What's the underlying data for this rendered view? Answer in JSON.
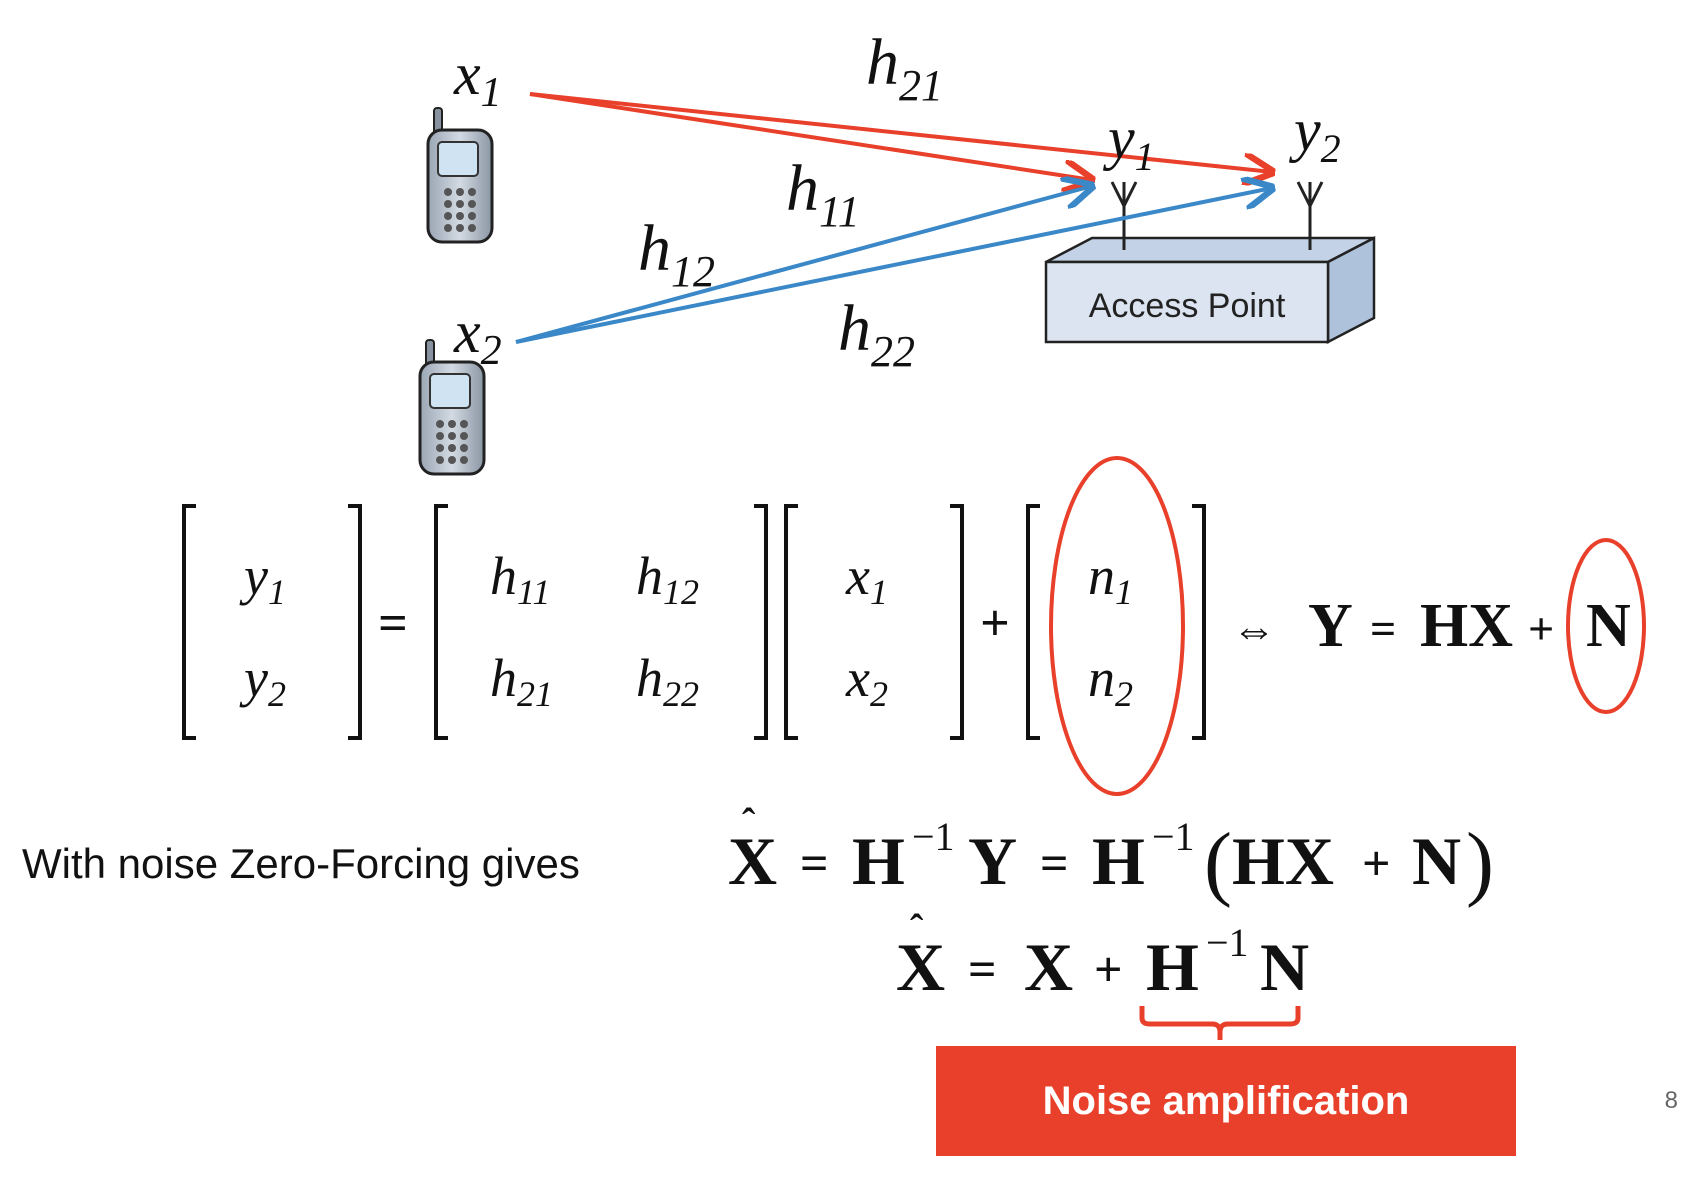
{
  "diagram": {
    "x1": {
      "base": "x",
      "sub": "1"
    },
    "x2": {
      "base": "x",
      "sub": "2"
    },
    "y1": {
      "base": "y",
      "sub": "1"
    },
    "y2": {
      "base": "y",
      "sub": "2"
    },
    "h21": {
      "base": "h",
      "sub": "21"
    },
    "h11": {
      "base": "h",
      "sub": "11"
    },
    "h12": {
      "base": "h",
      "sub": "12"
    },
    "h22": {
      "base": "h",
      "sub": "22"
    },
    "access_point_label": "Access Point"
  },
  "matrix_eq": {
    "Y_vec": [
      {
        "base": "y",
        "sub": "1"
      },
      {
        "base": "y",
        "sub": "2"
      }
    ],
    "H_mat": [
      {
        "base": "h",
        "sub": "11"
      },
      {
        "base": "h",
        "sub": "12"
      },
      {
        "base": "h",
        "sub": "21"
      },
      {
        "base": "h",
        "sub": "22"
      }
    ],
    "X_vec": [
      {
        "base": "x",
        "sub": "1"
      },
      {
        "base": "x",
        "sub": "2"
      }
    ],
    "N_vec": [
      {
        "base": "n",
        "sub": "1"
      },
      {
        "base": "n",
        "sub": "2"
      }
    ],
    "equals": "=",
    "plus": "+",
    "iff": "⇔",
    "compact": {
      "Y": "Y",
      "eq": "=",
      "HX": "HX",
      "plus": "+",
      "N": "N"
    }
  },
  "zf": {
    "intro": "With noise Zero-Forcing gives",
    "line1": {
      "xhat": "X",
      "eq1": "=",
      "H": "H",
      "inv": "−1",
      "Y": "Y",
      "eq2": "=",
      "H2": "H",
      "inv2": "−1",
      "lparen": "(",
      "HX": "HX",
      "plus": "+",
      "N": "N",
      "rparen": ")"
    },
    "line2": {
      "xhat": "X",
      "eq": "=",
      "X": "X",
      "plus": "+",
      "H": "H",
      "inv": "−1",
      "N": "N"
    }
  },
  "callout": "Noise amplification",
  "page_number": "8",
  "colors": {
    "red": "#e8402a",
    "blue": "#3a88c8",
    "box_face": "#dbe4f0",
    "box_side": "#aec2dc"
  }
}
